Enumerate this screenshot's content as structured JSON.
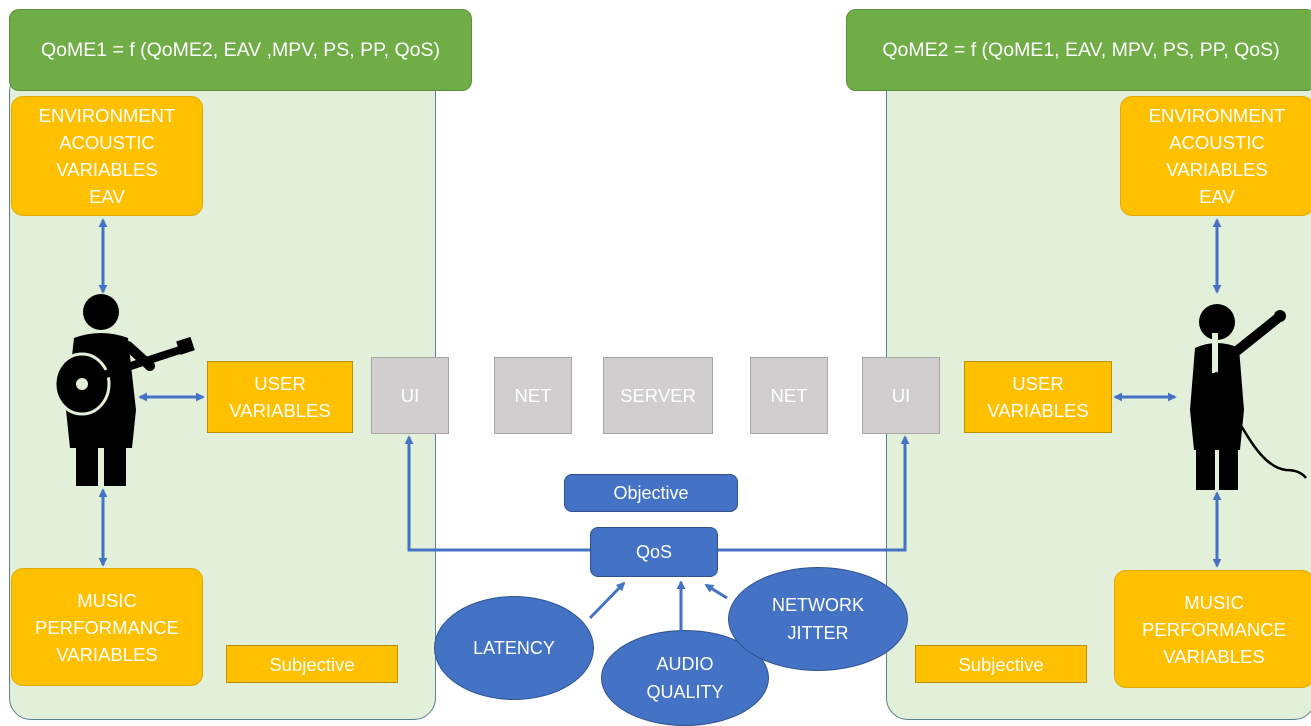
{
  "left": {
    "formula": "QoME1 = f (QoME2, EAV ,MPV, PS, PP, QoS)",
    "env_box": "ENVIRONMENT\nACOUSTIC\nVARIABLES\nEAV",
    "user_box": "USER\nVARIABLES",
    "music_box": "MUSIC\nPERFORMANCE\nVARIABLES",
    "subjective": "Subjective",
    "figure_icon": "guitar-player-icon"
  },
  "right": {
    "formula": "QoME2 = f (QoME1, EAV, MPV, PS, PP, QoS)",
    "env_box": "ENVIRONMENT\nACOUSTIC\nVARIABLES\nEAV",
    "user_box": "USER\nVARIABLES",
    "music_box": "MUSIC\nPERFORMANCE\nVARIABLES",
    "subjective": "Subjective",
    "figure_icon": "singer-icon"
  },
  "chain": [
    "UI",
    "NET",
    "SERVER",
    "NET",
    "UI"
  ],
  "objective": "Objective",
  "qos": "QoS",
  "factors": {
    "latency": "LATENCY",
    "audio_quality": "AUDIO\nQUALITY",
    "network_jitter": "NETWORK\nJITTER"
  },
  "colors": {
    "panel": "#e2efd9",
    "header": "#70ad47",
    "orange": "#ffc000",
    "grey": "#d0cece",
    "blue": "#4472c4"
  }
}
